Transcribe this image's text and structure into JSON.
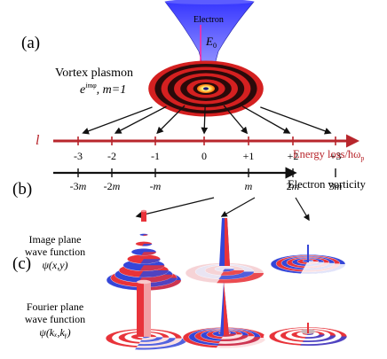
{
  "panel_labels": {
    "a": "(a)",
    "b": "(b)",
    "c": "(c)"
  },
  "beam": {
    "label": "Electron",
    "energy_symbol": "E",
    "energy_subscript": "0"
  },
  "plasmon": {
    "title": "Vortex plasmon",
    "formula_base": "e",
    "formula_exponent": "imφ",
    "formula_suffix": ", m=1"
  },
  "energy_axis": {
    "symbol": "l",
    "ticks": [
      "-3",
      "-2",
      "-1",
      "0",
      "+1",
      "+2",
      "+3"
    ],
    "label": "Energy loss/ħω",
    "label_subscript": "p"
  },
  "vorticity_axis": {
    "ticks": [
      "-3m",
      "-2m",
      "-m",
      "m",
      "2m",
      "3m"
    ],
    "label": "Electron vorticity"
  },
  "row_b": {
    "lines": [
      "Image plane",
      "wave function",
      "ψ(x,y)"
    ]
  },
  "row_c": {
    "lines": [
      "Fourier plane",
      "wave function",
      "ψ(kₓ,kᵧ)"
    ]
  },
  "colors": {
    "energy_axis": "#b8262c",
    "vorticity_axis": "#111111",
    "beam": "#3d3dff",
    "plasmon_ring": "#d42020",
    "surface_red": "#e8333a",
    "surface_blue": "#3546d8"
  }
}
